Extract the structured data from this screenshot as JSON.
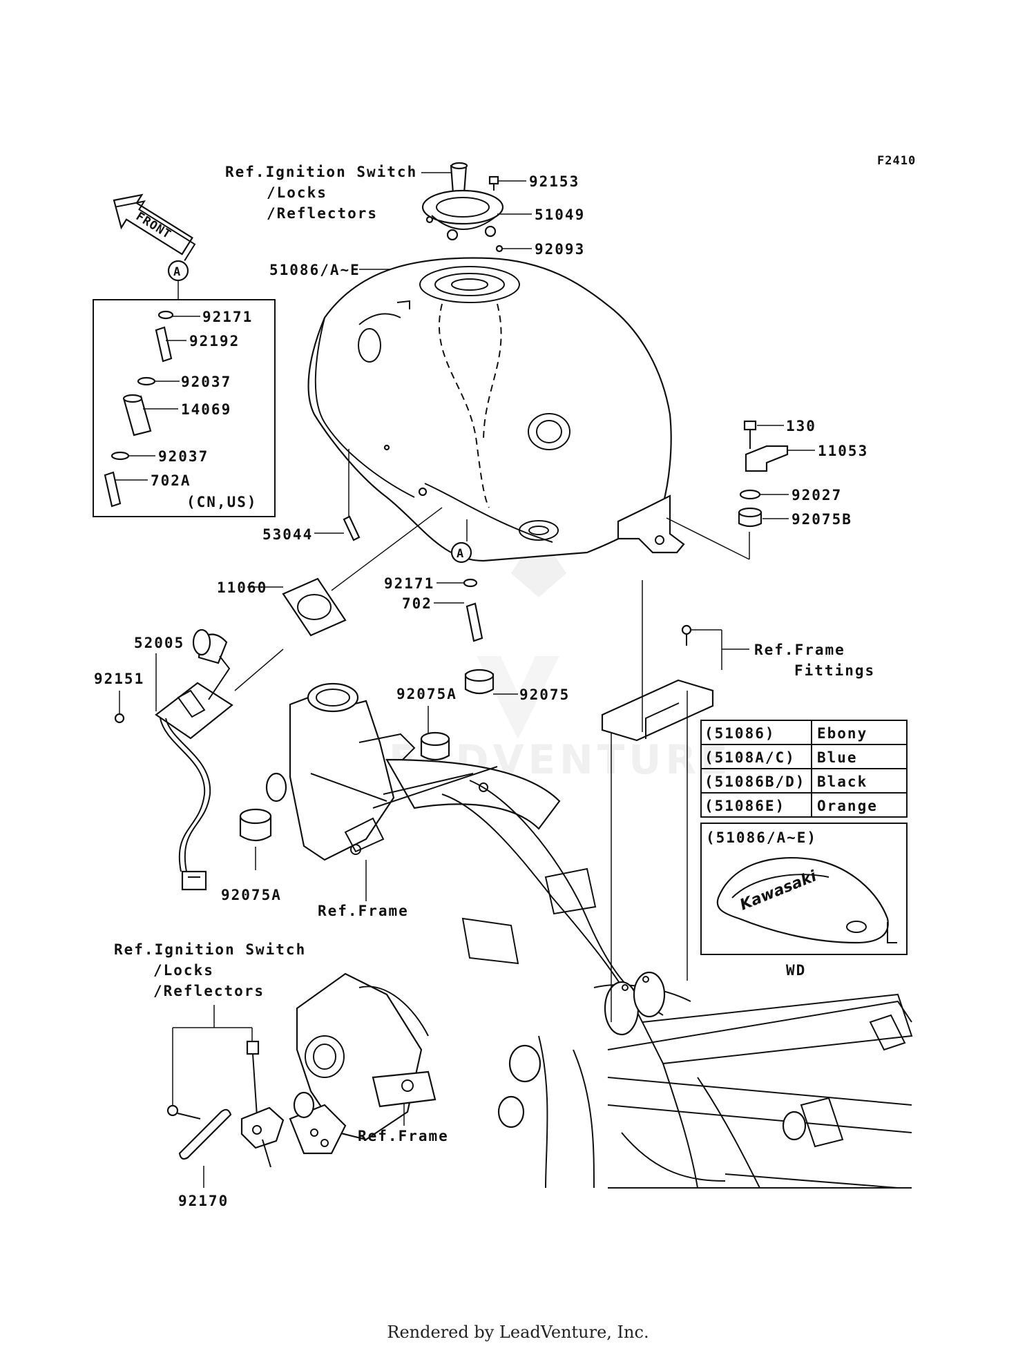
{
  "figure_code": "F2410",
  "front_arrow": "FRONT",
  "callout_letter": "A",
  "labels": {
    "ref_ignition_top_1": "Ref.Ignition Switch",
    "ref_ignition_top_2": "/Locks",
    "ref_ignition_top_3": "/Reflectors",
    "p92153": "92153",
    "p51049": "51049",
    "p92093": "92093",
    "p51086": "51086/A~E",
    "p92171_inset": "92171",
    "p92192": "92192",
    "p92037_a": "92037",
    "p14069": "14069",
    "p92037_b": "92037",
    "p702A": "702A",
    "cn_us": "(CN,US)",
    "p53044": "53044",
    "p11060": "11060",
    "p92171": "92171",
    "p702": "702",
    "p52005": "52005",
    "p92151": "92151",
    "p92075A_top": "92075A",
    "p92075": "92075",
    "p92075A_bottom": "92075A",
    "ref_frame_1": "Ref.Frame",
    "p130": "130",
    "p11053": "11053",
    "p92027": "92027",
    "p92075B": "92075B",
    "ref_frame_fittings_1": "Ref.Frame",
    "ref_frame_fittings_2": "Fittings",
    "ref_ignition_bottom_1": "Ref.Ignition Switch",
    "ref_ignition_bottom_2": "/Locks",
    "ref_ignition_bottom_3": "/Reflectors",
    "p92170": "92170",
    "ref_frame_2": "Ref.Frame"
  },
  "color_table": [
    {
      "code": "(51086)",
      "color": "Ebony"
    },
    {
      "code": "(5108A/C)",
      "color": "Blue"
    },
    {
      "code": "(51086B/D)",
      "color": "Black"
    },
    {
      "code": "(51086E)",
      "color": "Orange"
    }
  ],
  "inset_box": {
    "title": "(51086/A~E)",
    "tank_brand": "Kawasaki",
    "caption": "WD"
  },
  "watermark": "LEADVENTURE",
  "footer": "Rendered by LeadVenture, Inc."
}
